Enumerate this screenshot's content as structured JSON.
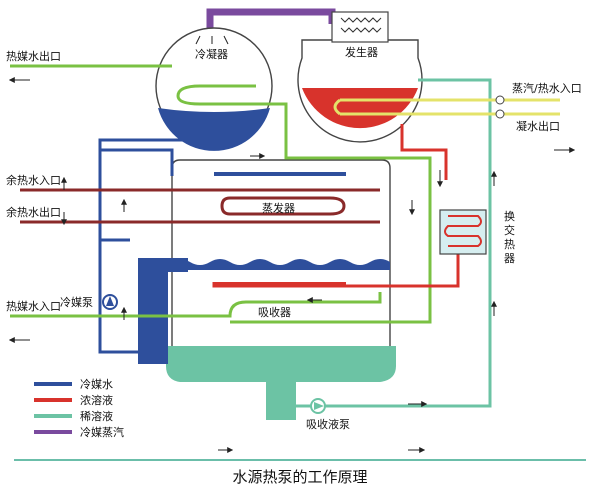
{
  "title": "水源热泵的工作原理",
  "components": {
    "condenser": "冷凝器",
    "generator": "发生器",
    "evaporator": "蒸发器",
    "absorber": "吸收器",
    "heat_exchanger": "换交热器",
    "refrigerant_pump": "冷媒泵",
    "absorption_pump": "吸收液泵"
  },
  "ports": {
    "heat_medium_out": "热媒水出口",
    "waste_heat_in": "余热水入口",
    "waste_heat_out": "余热水出口",
    "heat_medium_in": "热媒水入口",
    "steam_in": "蒸汽/热水入口",
    "condensate_out": "凝水出口"
  },
  "legend": [
    {
      "label": "冷媒水",
      "color": "#2e4f9c"
    },
    {
      "label": "浓溶液",
      "color": "#d8332c"
    },
    {
      "label": "稀溶液",
      "color": "#6cc3a4"
    },
    {
      "label": "冷媒蒸汽",
      "color": "#7a4a9e"
    }
  ],
  "colors": {
    "refrigerant_water": "#2e4f9c",
    "concentrated": "#d8332c",
    "dilute": "#6cc3a4",
    "vapor": "#7a4a9e",
    "heat_medium": "#7ac143",
    "steam": "#e4e36a",
    "hot_line": "#8a2a2a",
    "title_rule": "#3aa88d"
  }
}
